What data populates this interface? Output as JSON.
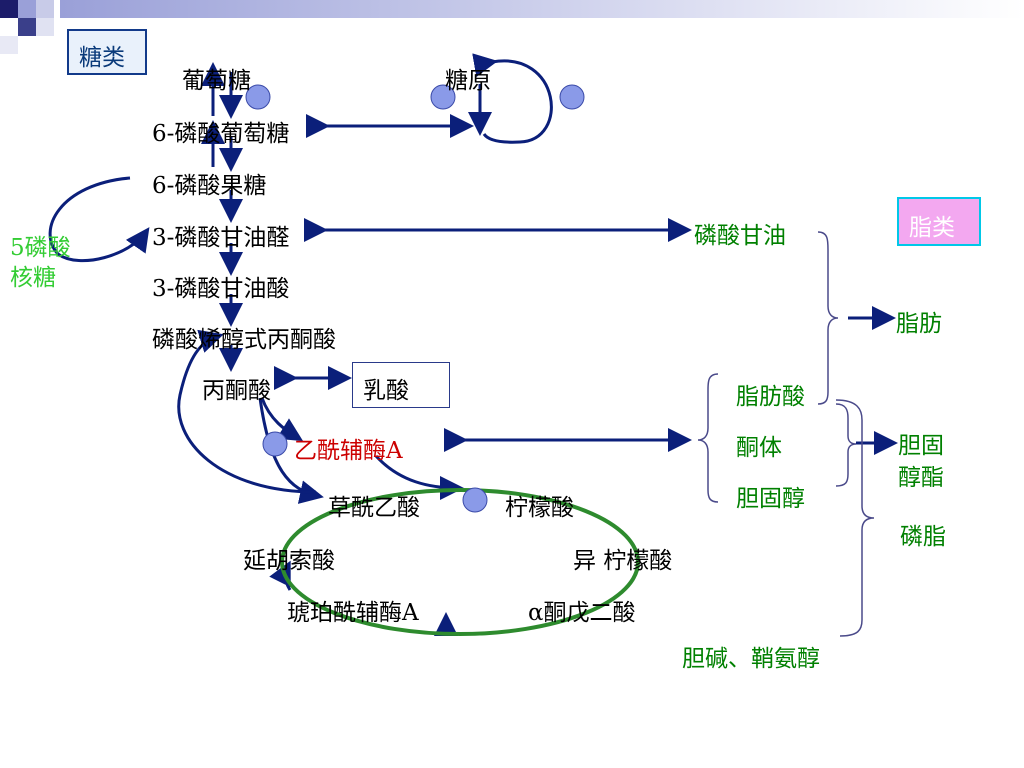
{
  "labels": {
    "tang_lei": "糖类",
    "zhi_lei": "脂类",
    "glucose": "葡萄糖",
    "glycogen": "糖原",
    "g6p": "6-磷酸葡萄糖",
    "f6p": "6-磷酸果糖",
    "g3p": "3-磷酸甘油醛",
    "pga3": "3-磷酸甘油酸",
    "pep": "磷酸烯醇式丙酮酸",
    "pyruvate": "丙酮酸",
    "lactate": "乳酸",
    "ribose": "5磷酸\n核糖",
    "acetyl_coa": "乙酰辅酶A",
    "oxaloacetate": "草酰乙酸",
    "citrate": "柠檬酸",
    "fumarate": "延胡索酸",
    "isocitrate": "异 柠檬酸",
    "succinyl_coa": "琥珀酰辅酶A",
    "akg": "α酮戊二酸",
    "glycerol_phosphate": "磷酸甘油",
    "fat": "脂肪",
    "fatty_acid": "脂肪酸",
    "ketone": "酮体",
    "cholesterol": "胆固醇",
    "cholesteryl_ester": "胆固\n醇酯",
    "phospholipid": "磷脂",
    "choline": "胆碱、鞘氨醇"
  },
  "colors": {
    "arrow": "#0b1f7a",
    "cycle": "#2e8b2e",
    "node_fill": "#8a9ae8",
    "bracket": "#4a4a8a"
  }
}
